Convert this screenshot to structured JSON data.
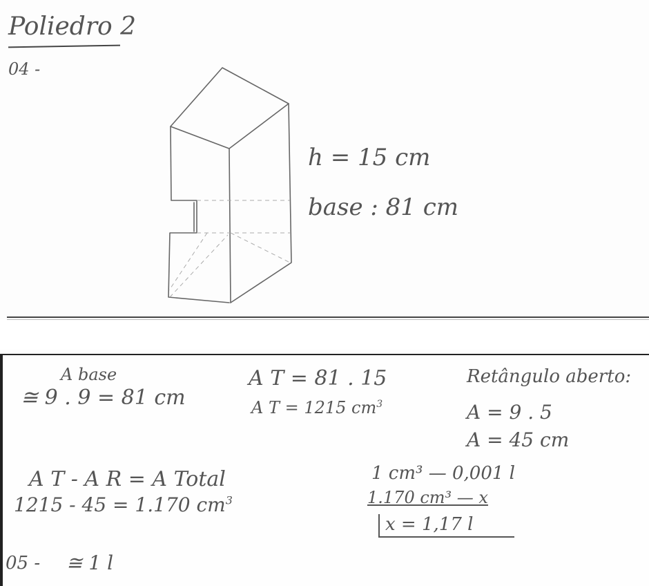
{
  "title": "Poliedro 2",
  "q04": {
    "number": "04 -",
    "h_label": "h = 15 cm",
    "base_label": "base : 81 cm"
  },
  "work": {
    "abase_label": "A base",
    "abase_calc": "≅ 9 . 9 = 81 cm",
    "at_calc": "A T = 81 . 15",
    "at_result": "A T = 1215 cm",
    "at_result_sup": "3",
    "rect_title": "Retângulo aberto:",
    "rect_calc": "A = 9 . 5",
    "rect_result": "A = 45 cm",
    "total_formula": "A T - A R = A Total",
    "total_calc": "1215 - 45 = 1.170 cm",
    "total_calc_sup": "3",
    "conv_line1": "1 cm³ — 0,001 l",
    "conv_line2": "1.170 cm³ — x",
    "conv_result": "x = 1,17 l"
  },
  "q05": {
    "number": "05 -",
    "answer": "≅ 1 l"
  }
}
